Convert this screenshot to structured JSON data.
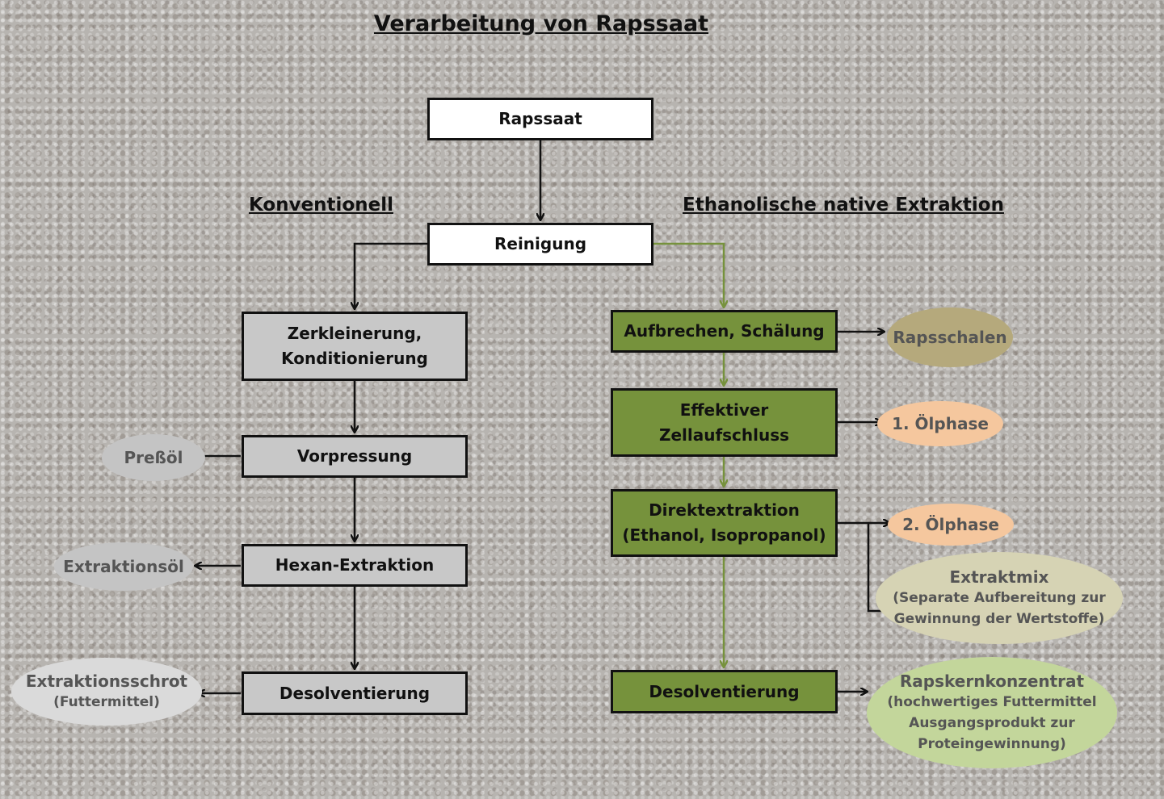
{
  "title": "Verarbeitung von Rapssaat",
  "headings": {
    "left": "Konventionell",
    "right": "Ethanolische native Extraktion"
  },
  "center": {
    "rapssaat": "Rapssaat",
    "reinigung": "Reinigung"
  },
  "conventional": {
    "zerkleinerung_1": "Zerkleinerung,",
    "zerkleinerung_2": "Konditionierung",
    "vorpressung": "Vorpressung",
    "hexan": "Hexan-Extraktion",
    "desolventierung": "Desolventierung",
    "outputs": {
      "pressoel": "Preßöl",
      "extraktionsoel": "Extraktionsöl",
      "schrot_main": "Extraktionsschrot",
      "schrot_sub": "(Futtermittel)"
    }
  },
  "ethanolic": {
    "aufbrechen": "Aufbrechen, Schälung",
    "effektiver_1": "Effektiver",
    "effektiver_2": "Zellaufschluss",
    "direkt_1": "Direktextraktion",
    "direkt_2": "(Ethanol, Isopropanol)",
    "desolventierung": "Desolventierung",
    "outputs": {
      "rapsschalen": "Rapsschalen",
      "oelphase1": "1. Ölphase",
      "oelphase2": "2. Ölphase",
      "extraktmix_main": "Extraktmix",
      "extraktmix_sub1": "(Separate Aufbereitung zur",
      "extraktmix_sub2": "Gewinnung der Wertstoffe)",
      "konzentrat_main": "Rapskernkonzentrat",
      "konzentrat_sub1": "(hochwertiges Futtermittel",
      "konzentrat_sub2": "Ausgangsprodukt zur",
      "konzentrat_sub3": "Proteingewinnung)"
    }
  },
  "colors": {
    "green_box": "#76923c",
    "green_arrow": "#76923c",
    "grey_box": "#c8c8c8",
    "rapsschalen": "#b5a97c",
    "oelphase": "#f5c79e",
    "extraktmix": "#d6d3b4",
    "konzentrat": "#c3d69b",
    "grey_oval": "#c4c4c4"
  }
}
